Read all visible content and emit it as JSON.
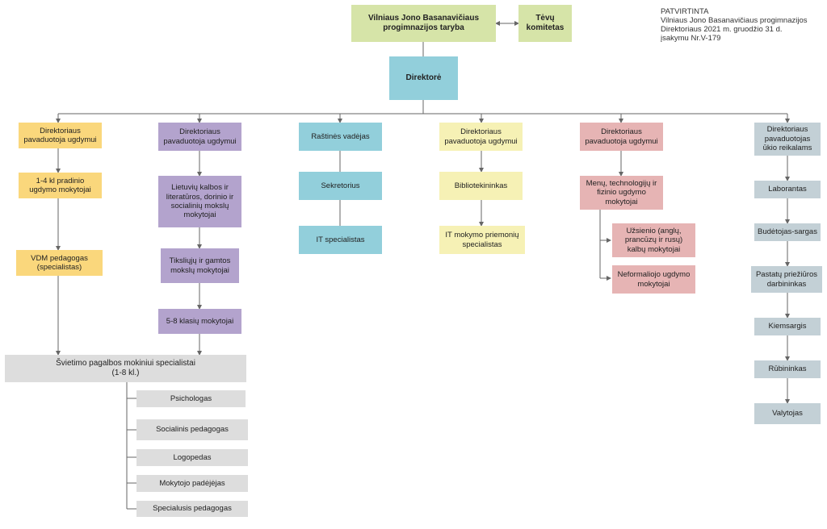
{
  "approval": {
    "text": "PATVIRTINTA\nVilniaus Jono Basanavičiaus progimnazijos\nDirektoriaus 2021 m. gruodžio 31 d.\nįsakymu Nr.V-179"
  },
  "council": "Vilniaus Jono Basanavičiaus\nprogimnazijos taryba",
  "parents": "Tėvų\nkomitetas",
  "director": "Direktorė",
  "col1": {
    "head": "Direktoriaus\npavaduotoja ugdymui",
    "items": [
      "1-4 kl pradinio\nugdymo mokytojai",
      "VDM pedagogas\n(specialistas)"
    ]
  },
  "col2": {
    "head": "Direktoriaus\npavaduotoja ugdymui",
    "items": [
      "Lietuvių kalbos ir\nliteratūros, dorinio ir\nsocialinių mokslų\nmokytojai",
      "Tiksliųjų ir gamtos\nmokslų mokytojai",
      "5-8 klasių mokytojai"
    ]
  },
  "col3": {
    "head": "Raštinės vadėjas",
    "items": [
      "Sekretorius",
      "IT specialistas"
    ]
  },
  "col4": {
    "head": "Direktoriaus\npavaduotoja ugdymui",
    "items": [
      "Bibliotekininkas",
      "IT mokymo priemonių\nspecialistas"
    ]
  },
  "col5": {
    "head": "Direktoriaus\npavaduotoja ugdymui",
    "mid": "Menų, technologijų ir\nfizinio ugdymo\nmokytojai",
    "subs": [
      "Užsienio (anglų,\nprancūzų ir rusų)\nkalbų mokytojai",
      "Neformaliojo ugdymo\nmokytojai"
    ]
  },
  "col6": {
    "head": "Direktoriaus\npavaduotojas\nūkio reikalams",
    "items": [
      "Laborantas",
      "Budėtojas-sargas",
      "Pastatų priežiūros\ndarbininkas",
      "Kiemsargis",
      "Rūbininkas",
      "Valytojas"
    ]
  },
  "support": {
    "head": "Švietimo pagalbos mokiniui specialistai\n(1-8 kl.)",
    "items": [
      "Psichologas",
      "Socialinis pedagogas",
      "Logopedas",
      "Mokytojo padėjėjas",
      "Specialusis pedagogas"
    ]
  },
  "colors": {
    "green": "#d6e4a8",
    "teal": "#92cfdb",
    "yellow": "#fad77c",
    "purple": "#b3a3cd",
    "light_yellow": "#f6f1b5",
    "pink": "#e6b4b4",
    "gray_blue": "#c3d0d6",
    "light_gray": "#dddddd",
    "line": "#666666"
  }
}
